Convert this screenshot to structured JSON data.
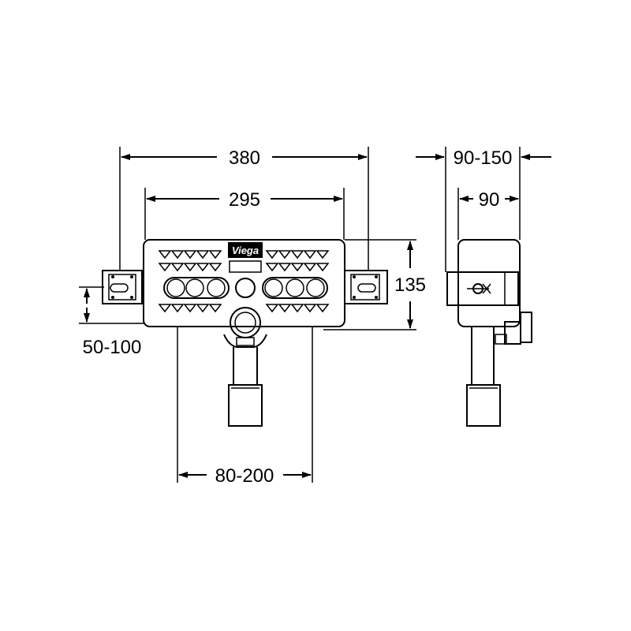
{
  "dimensions": {
    "total_width": "380",
    "frame_width": "295",
    "frame_height": "135",
    "bracket_adjust": "50-100",
    "outlet_adjust": "80-200",
    "depth_range": "90-150",
    "depth": "90"
  },
  "brand": {
    "logo_text": "Viega"
  },
  "colors": {
    "line": "#000000",
    "background": "#ffffff"
  }
}
